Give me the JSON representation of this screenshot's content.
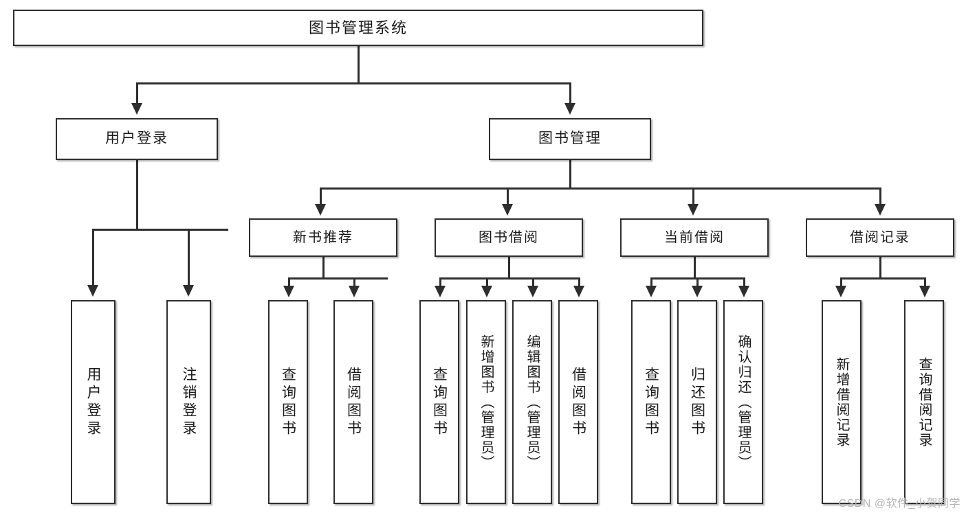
{
  "diagram": {
    "type": "tree",
    "title": "图书管理系统",
    "root": {
      "label": "图书管理系统"
    },
    "level2": [
      {
        "id": "user-login",
        "label": "用户登录"
      },
      {
        "id": "book-management",
        "label": "图书管理"
      }
    ],
    "level3": [
      {
        "id": "new-book-recommend",
        "label": "新书推荐"
      },
      {
        "id": "book-borrow",
        "label": "图书借阅"
      },
      {
        "id": "current-borrow",
        "label": "当前借阅"
      },
      {
        "id": "borrow-record",
        "label": "借阅记录"
      }
    ],
    "leaves": {
      "user_login": [
        {
          "id": "leaf-user-login",
          "label": "用户登录"
        },
        {
          "id": "leaf-logout-login",
          "label": "注销登录"
        }
      ],
      "new_book_recommend": [
        {
          "id": "leaf-query-book-1",
          "label": "查询图书"
        },
        {
          "id": "leaf-borrow-book-1",
          "label": "借阅图书"
        }
      ],
      "book_borrow": [
        {
          "id": "leaf-query-book-2",
          "label": "查询图书"
        },
        {
          "id": "leaf-add-book",
          "label": "新增图书（管理员）"
        },
        {
          "id": "leaf-edit-book",
          "label": "编辑图书（管理员）"
        },
        {
          "id": "leaf-borrow-book-2",
          "label": "借阅图书"
        }
      ],
      "current_borrow": [
        {
          "id": "leaf-query-book-3",
          "label": "查询图书"
        },
        {
          "id": "leaf-return-book",
          "label": "归还图书"
        },
        {
          "id": "leaf-confirm-return",
          "label": "确认归还（管理员）"
        }
      ],
      "borrow_record": [
        {
          "id": "leaf-add-record",
          "label": "新增借阅记录"
        },
        {
          "id": "leaf-query-record",
          "label": "查询借阅记录"
        }
      ]
    }
  },
  "watermark": {
    "text": "CSDN @软件_小贺同学"
  },
  "colors": {
    "border": "#2e2e2e",
    "background": "#ffffff",
    "text": "#1a1a1a",
    "watermark": "#b4b4b4"
  }
}
